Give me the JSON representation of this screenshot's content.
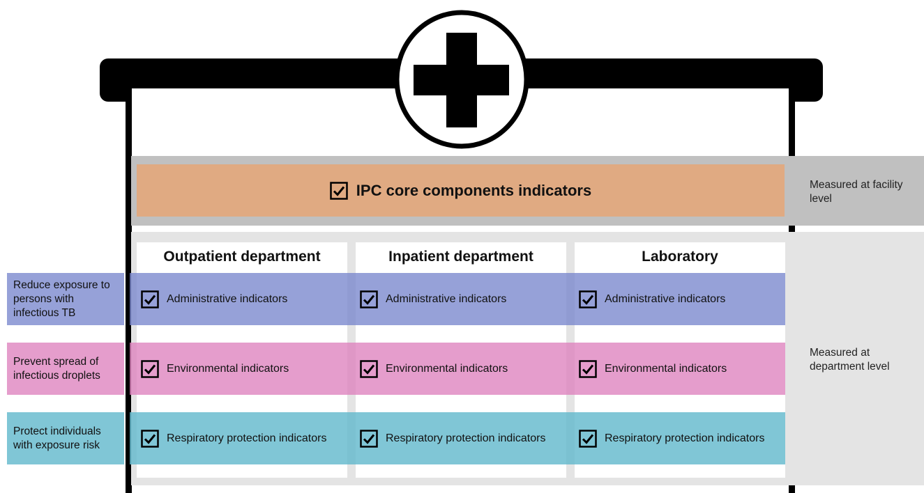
{
  "facility": {
    "title": "IPC core components indicators",
    "level_label": "Measured at facility level"
  },
  "department": {
    "level_label": "Measured at department level",
    "columns": [
      "Outpatient department",
      "Inpatient department",
      "Laboratory"
    ]
  },
  "rows": [
    {
      "goal": "Reduce exposure to persons with infectious TB",
      "indicator": "Administrative indicators",
      "color": "#8c99d4"
    },
    {
      "goal": "Prevent spread of infectious droplets",
      "indicator": "Environmental indicators",
      "color": "#e39cc9"
    },
    {
      "goal": "Protect individuals with exposure risk",
      "indicator": "Respiratory protection indicators",
      "color": "#80c4d4"
    }
  ],
  "icons": {
    "emblem": "medical-cross-icon",
    "check": "checkbox-checked-icon"
  },
  "colors": {
    "facility_bar": "#e0aa82",
    "facility_band": "#c0c0c0",
    "department_band": "#e4e4e4"
  }
}
